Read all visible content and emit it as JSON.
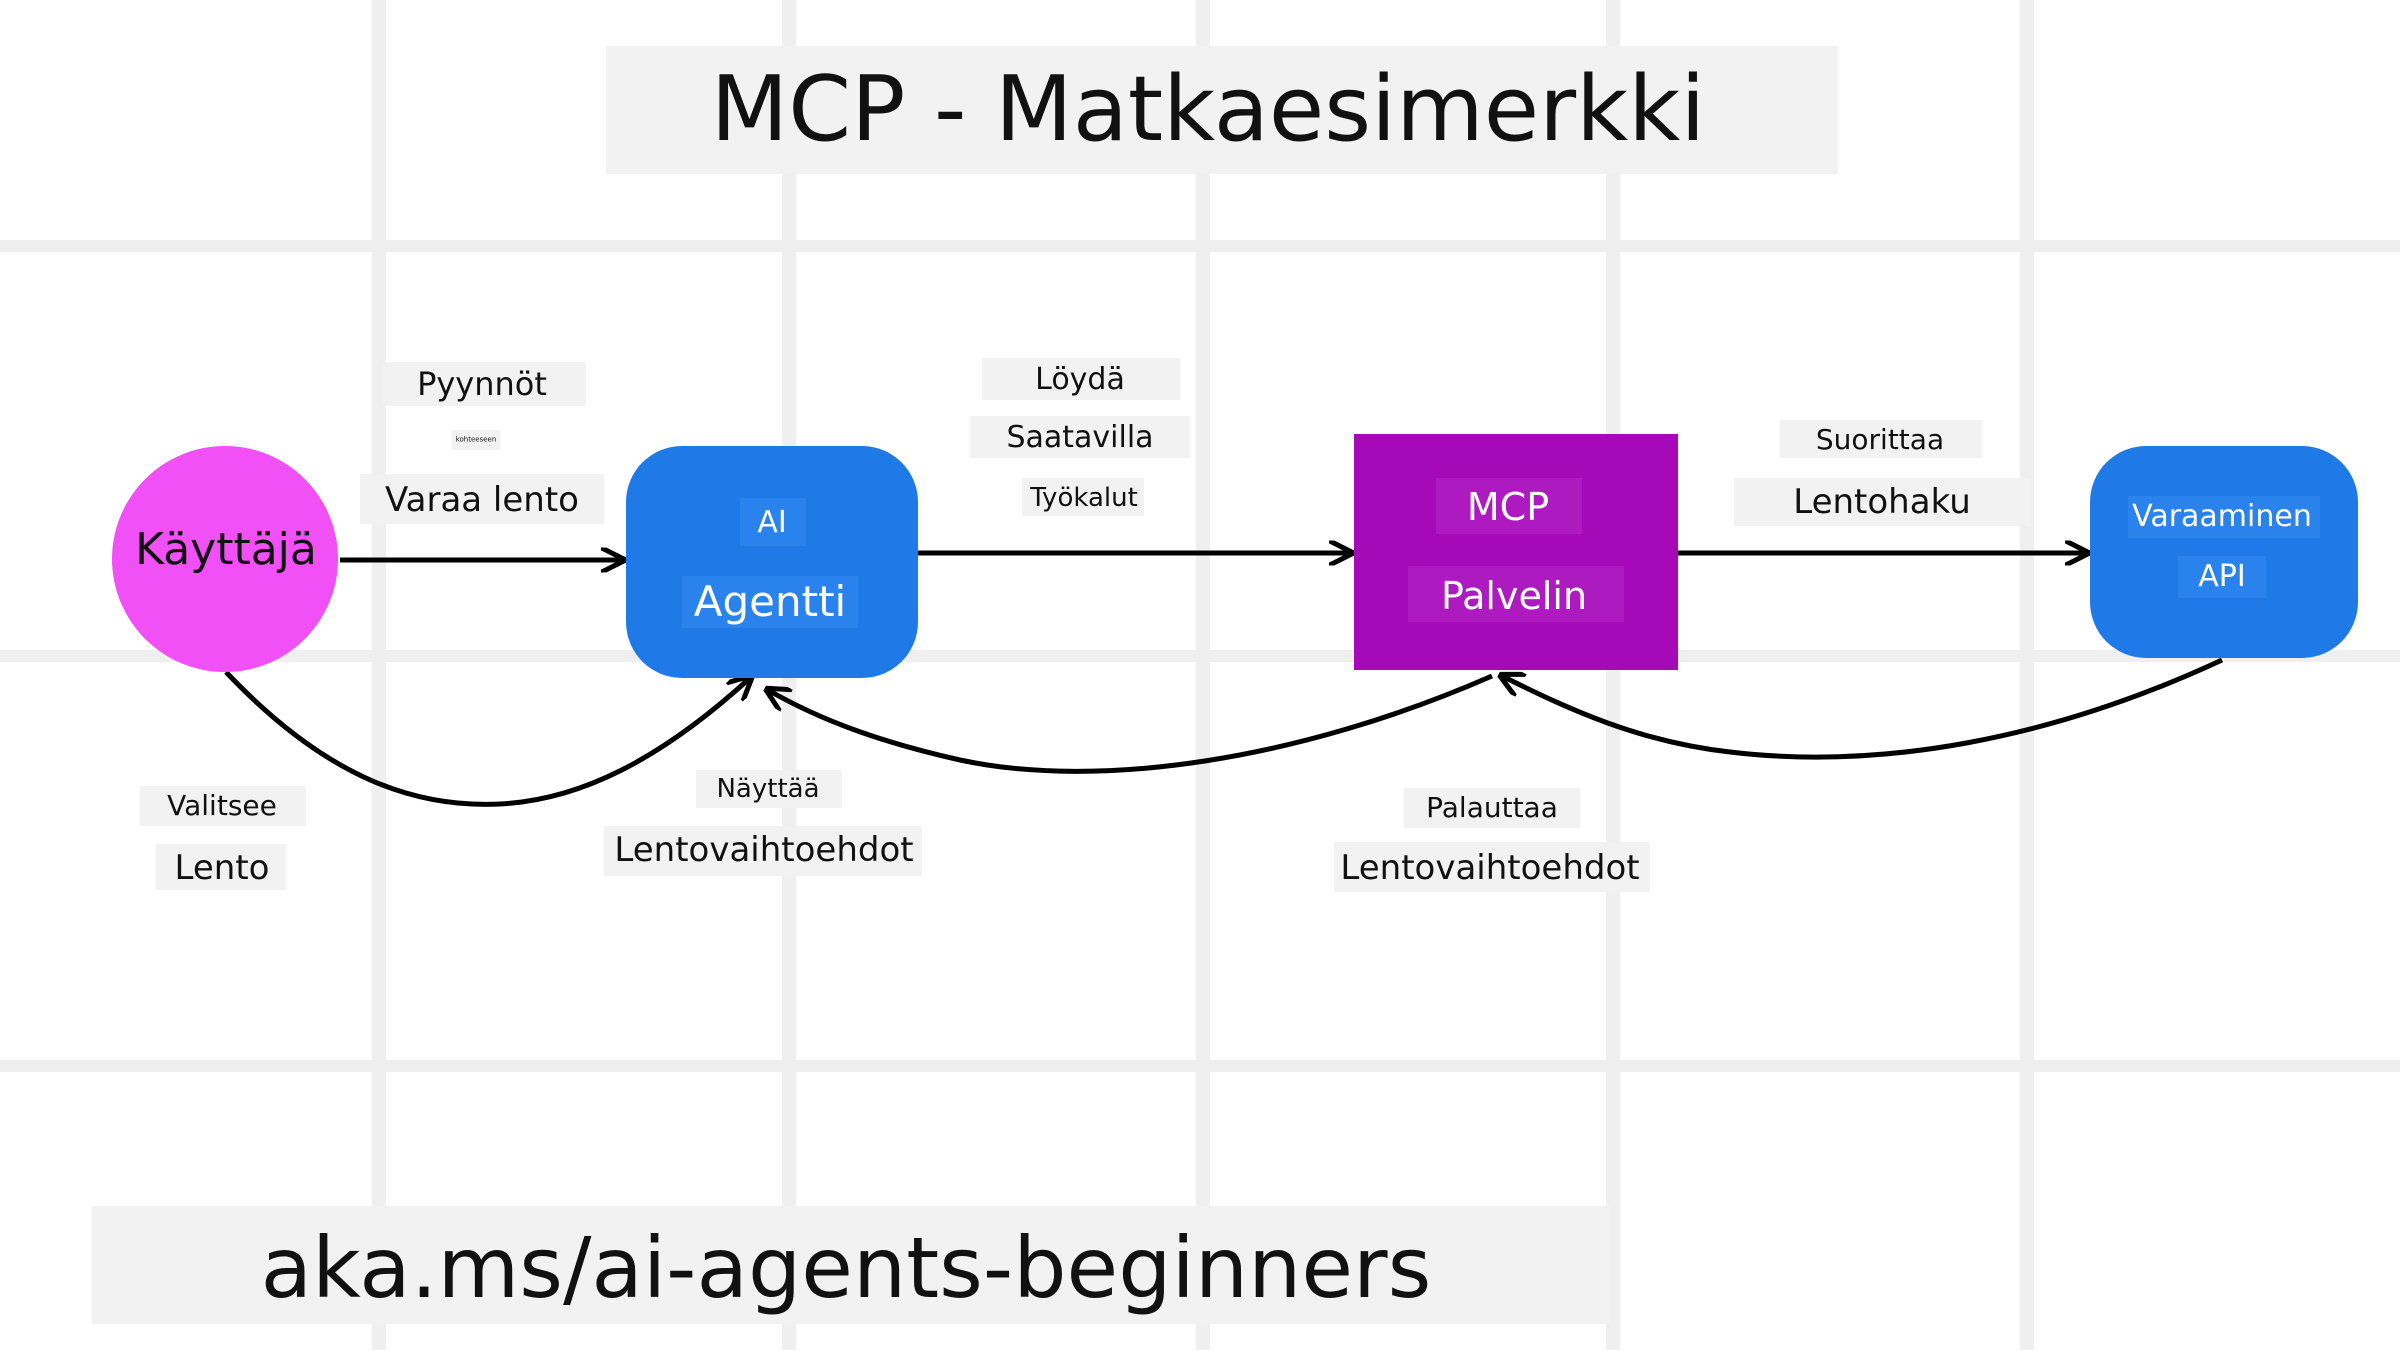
{
  "title": "MCP - Matkaesimerkki",
  "footer": "aka.ms/ai-agents-beginners",
  "colors": {
    "user": "#f050f5",
    "agent": "#1f7ae8",
    "mcp": "#a60ab8",
    "booking": "#1f7ae8",
    "grid": "#efefef",
    "label_bg": "#f2f2f2"
  },
  "nodes": {
    "user": {
      "label": "Käyttäjä"
    },
    "agent": {
      "line1": "AI",
      "line2": "Agentti"
    },
    "mcp": {
      "line1": "MCP",
      "line2": "Palvelin"
    },
    "booking": {
      "line1": "Varaaminen",
      "line2": "API"
    }
  },
  "edges": {
    "user_to_agent": {
      "line1": "Pyynnöt",
      "line2": "kohteeseen",
      "line3": "Varaa lento"
    },
    "agent_to_mcp": {
      "line1": "Löydä",
      "line2": "Saatavilla",
      "line3": "Työkalut"
    },
    "mcp_to_booking": {
      "line1": "Suorittaa",
      "line2": "Lentohaku"
    },
    "user_back": {
      "line1": "Valitsee",
      "line2": "Lento"
    },
    "agent_back": {
      "line1": "Näyttää",
      "line2": "Lentovaihtoehdot"
    },
    "mcp_back": {
      "line1": "Palauttaa",
      "line2": "Lentovaihtoehdot"
    }
  }
}
